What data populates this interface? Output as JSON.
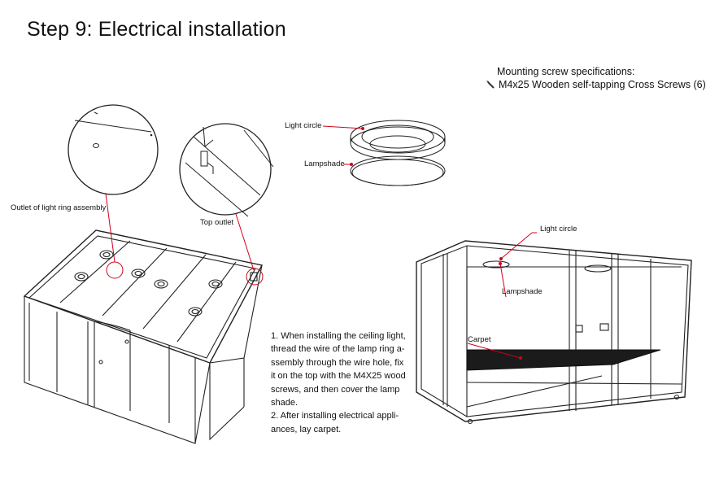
{
  "title": "Step 9: Electrical installation",
  "screw_spec": {
    "heading": "Mounting screw specifications:",
    "item": "M4x25 Wooden self-tapping Cross Screws (6)",
    "icon": "screw-icon"
  },
  "labels": {
    "light_circle_top": "Light circle",
    "lampshade_top": "Lampshade",
    "outlet_light_ring": "Outlet of light ring assembly",
    "top_outlet": "Top outlet",
    "light_circle_right": "Light circle",
    "lampshade_right": "Lampshade",
    "carpet": "Carpet"
  },
  "instructions": {
    "step1": "1. When installing the ceiling light, thread the wire of the lamp ring a-ssembly through the wire hole, fix it on the top with the M4X25 wood screws, and then cover the lamp shade.",
    "step2": "2. After installing electrical appli-ances, lay carpet."
  },
  "colors": {
    "callout": "#d0021b",
    "line": "#222222"
  }
}
